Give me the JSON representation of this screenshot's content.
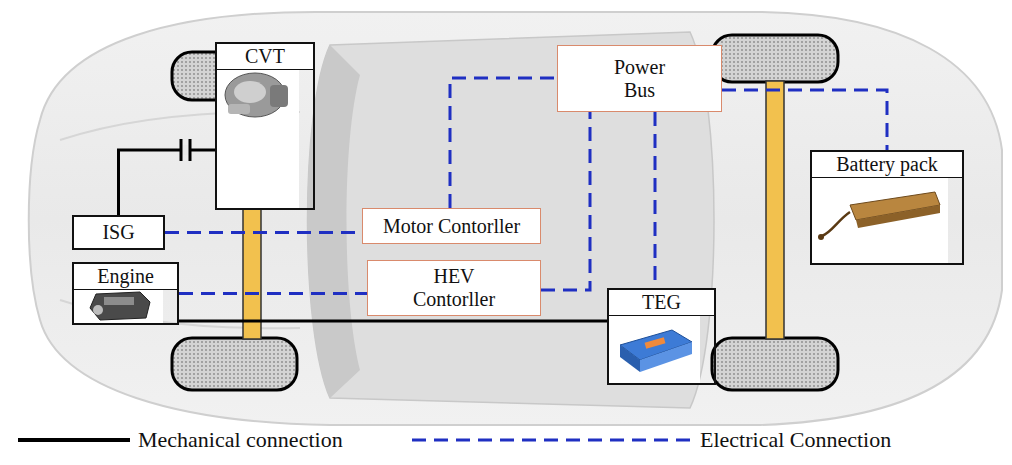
{
  "diagram": {
    "nodes": [
      {
        "text": [
          "CVT"
        ]
      },
      {
        "text": [
          "Power Bus"
        ]
      },
      {
        "text": [
          "Battery pack"
        ]
      },
      {
        "text": [
          "ISG"
        ]
      },
      {
        "text": [
          "Motor Contorller"
        ]
      },
      {
        "text": [
          "Engine"
        ]
      },
      {
        "text": [
          "HEV Contorller"
        ]
      },
      {
        "text": [
          "TEG"
        ]
      }
    ],
    "edges": [
      {
        "from": 3,
        "to": 0,
        "arrow": "none"
      },
      {
        "from": 5,
        "to": 7,
        "arrow": "none"
      },
      {
        "from": 3,
        "to": 4,
        "arrow": "none"
      },
      {
        "from": 5,
        "to": 6,
        "arrow": "none"
      },
      {
        "from": 4,
        "to": 1,
        "arrow": "none"
      },
      {
        "from": 6,
        "to": 1,
        "arrow": "none"
      },
      {
        "from": 1,
        "to": 7,
        "arrow": "none"
      },
      {
        "from": 1,
        "to": 2,
        "arrow": "none"
      }
    ],
    "legend": [
      {
        "text": "Mechanical connection"
      },
      {
        "text": "Electrical Connection"
      }
    ]
  }
}
